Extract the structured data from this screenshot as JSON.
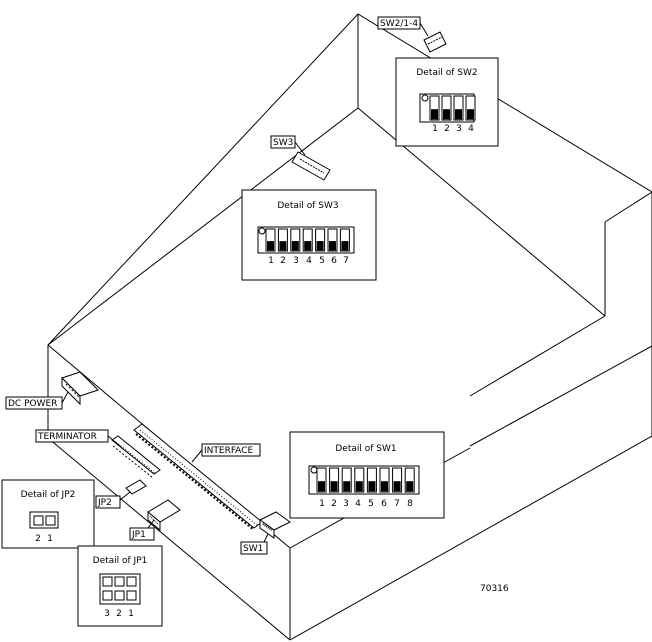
{
  "callouts": {
    "sw2_pos": "SW2/1-4",
    "sw3": "SW3",
    "dc_power": "DC POWER",
    "terminator": "TERMINATOR",
    "interface": "INTERFACE",
    "jp2": "JP2",
    "jp1": "JP1",
    "sw1": "SW1"
  },
  "details": {
    "sw2": {
      "title": "Detail of SW2",
      "numbers": [
        "1",
        "2",
        "3",
        "4"
      ]
    },
    "sw3": {
      "title": "Detail of SW3",
      "numbers": [
        "1",
        "2",
        "3",
        "4",
        "5",
        "6",
        "7"
      ]
    },
    "sw1": {
      "title": "Detail of SW1",
      "numbers": [
        "1",
        "2",
        "3",
        "4",
        "5",
        "6",
        "7",
        "8"
      ]
    },
    "jp2": {
      "title": "Detail of JP2",
      "numbers": [
        "2",
        "1"
      ]
    },
    "jp1": {
      "title": "Detail of JP1",
      "numbers": [
        "3",
        "2",
        "1"
      ]
    }
  },
  "figure_code": "70316"
}
